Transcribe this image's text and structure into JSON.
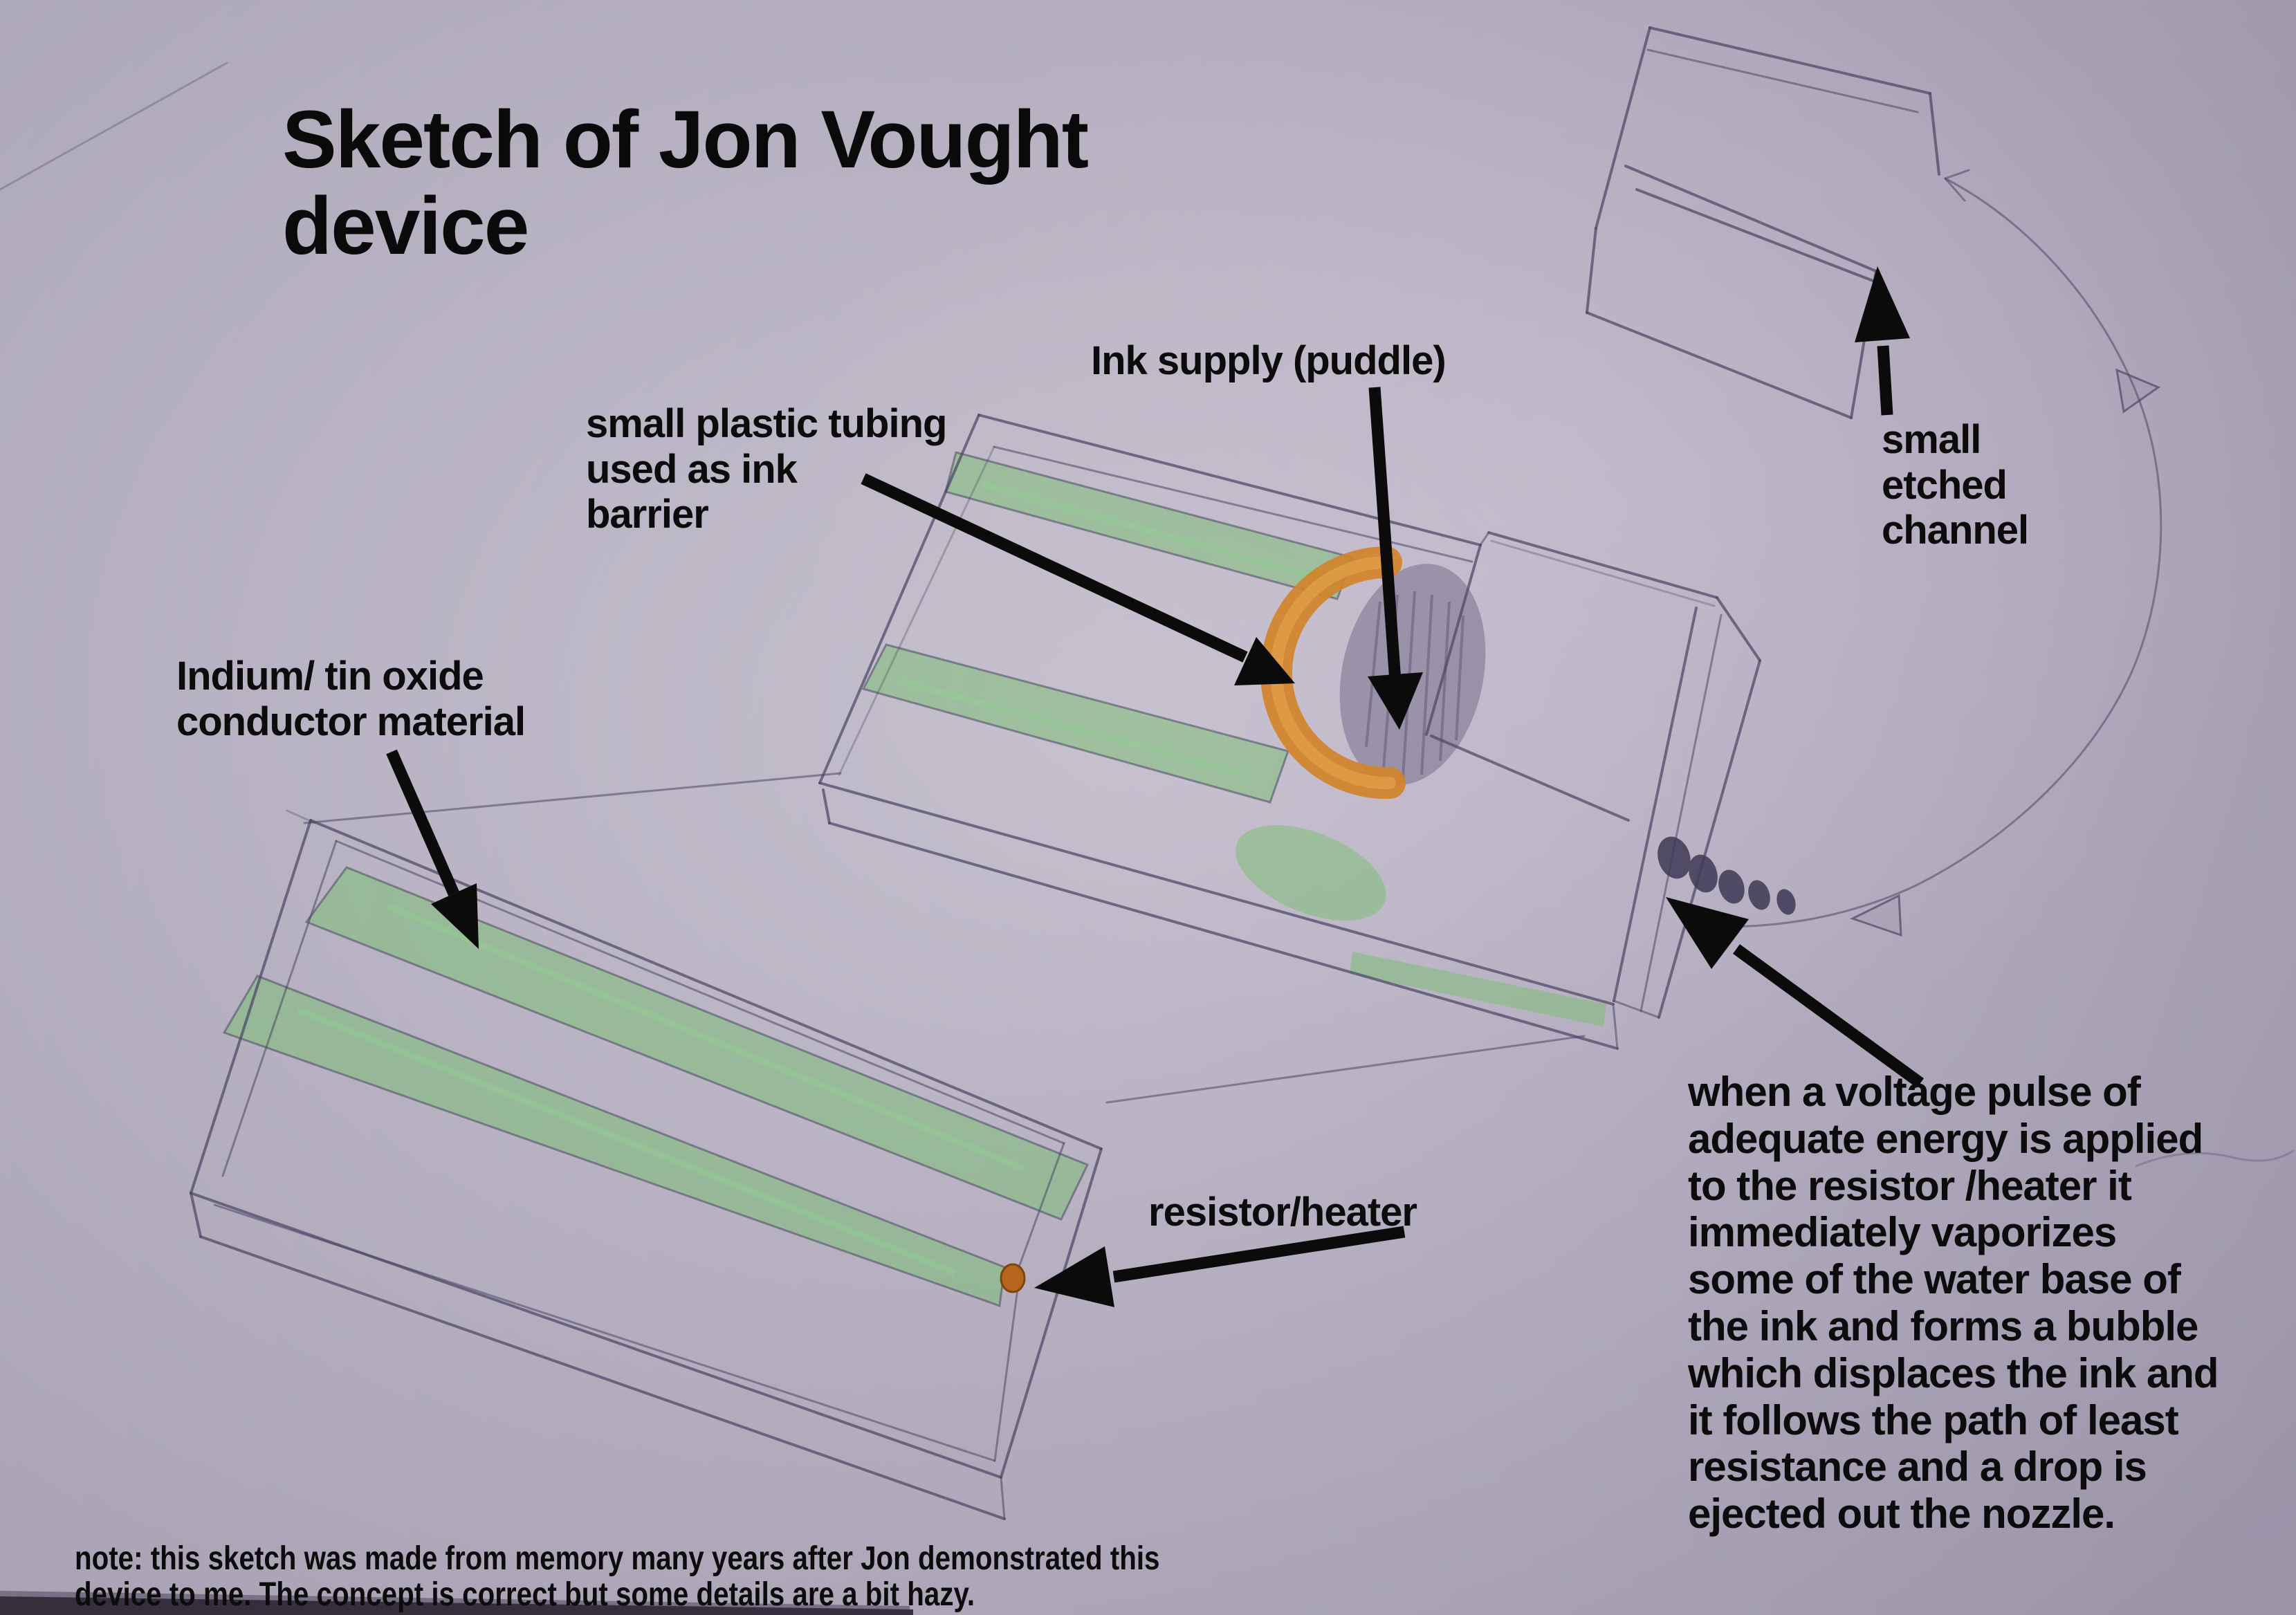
{
  "colors": {
    "paper": "#bfb9c9",
    "pencil": "#4c4766",
    "ink": "#0b0b0b",
    "green": "#72c06a",
    "orange": "#d1832a",
    "orange_light": "#e9a94f",
    "puddle_gray": "#6f6885",
    "resistor_orange": "#b5651d"
  },
  "title": "Sketch of Jon Vought\ndevice",
  "annotations": {
    "ink_supply": "Ink supply (puddle)",
    "plastic_tubing": "small plastic tubing\nused as ink\nbarrier",
    "etched_channel": "small\netched\nchannel",
    "conductor": "Indium/ tin oxide\nconductor material",
    "resistor": "resistor/heater",
    "voltage_description": "when a voltage pulse of\nadequate energy is applied\nto the resistor /heater it\nimmediately vaporizes\nsome of the water base of\nthe ink and forms a bubble\nwhich displaces the ink and\nit follows the path of least\nresistance and a drop is\nejected out the nozzle.",
    "footnote": "note:  this sketch was made from memory many years after Jon demonstrated this\ndevice to me.   The concept is correct but some details are a bit hazy."
  }
}
